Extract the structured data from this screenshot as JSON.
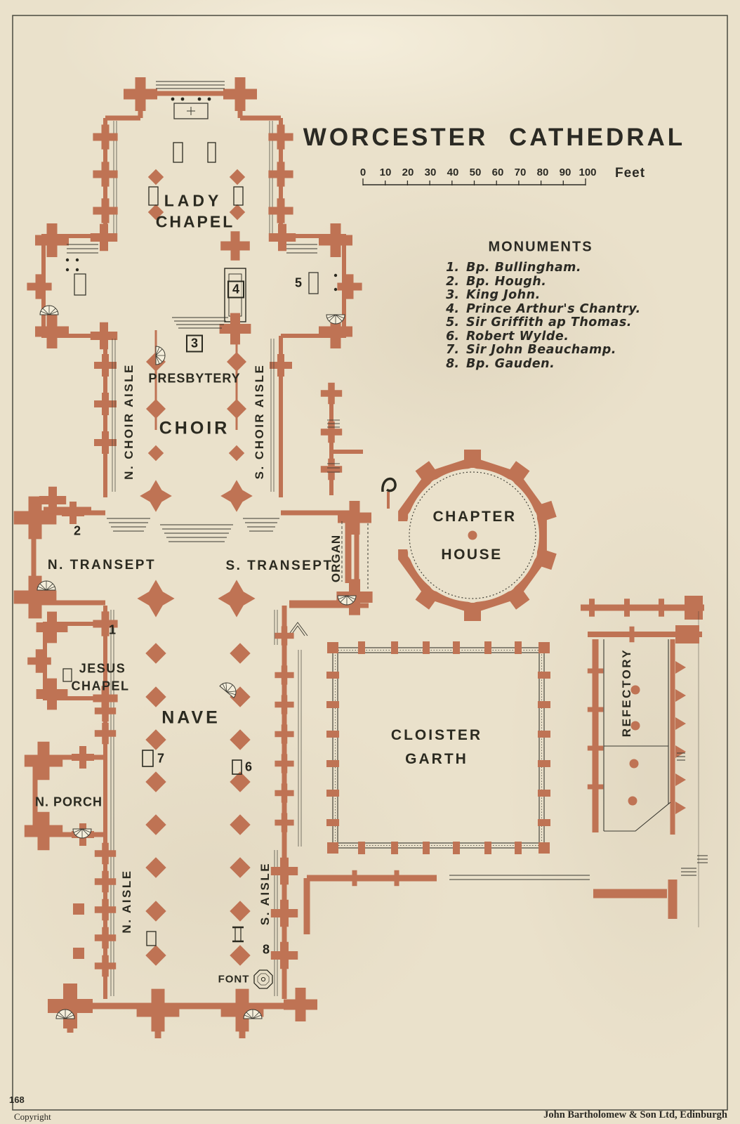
{
  "title": "WORCESTER CATHEDRAL",
  "scale": {
    "ticks": [
      "0",
      "10",
      "20",
      "30",
      "40",
      "50",
      "60",
      "70",
      "80",
      "90",
      "100"
    ],
    "unit": "Feet"
  },
  "monuments": {
    "heading": "MONUMENTS",
    "items": [
      {
        "num": "1.",
        "name": "Bp. Bullingham."
      },
      {
        "num": "2.",
        "name": "Bp. Hough."
      },
      {
        "num": "3.",
        "name": "King John."
      },
      {
        "num": "4.",
        "name": "Prince Arthur's Chantry."
      },
      {
        "num": "5.",
        "name": "Sir Griffith ap Thomas."
      },
      {
        "num": "6.",
        "name": "Robert Wylde."
      },
      {
        "num": "7.",
        "name": "Sir John Beauchamp."
      },
      {
        "num": "8.",
        "name": "Bp. Gauden."
      }
    ]
  },
  "labels": {
    "lady_chapel": [
      "LADY",
      "CHAPEL"
    ],
    "presbytery": "PRESBYTERY",
    "choir": "CHOIR",
    "n_choir_aisle": "N. CHOIR AISLE",
    "s_choir_aisle": "S. CHOIR AISLE",
    "n_transept": "N. TRANSEPT",
    "s_transept": "S. TRANSEPT",
    "organ": "ORGAN",
    "chapter_house": [
      "CHAPTER",
      "HOUSE"
    ],
    "jesus_chapel": [
      "JESUS",
      "CHAPEL"
    ],
    "nave": "NAVE",
    "n_porch": "N. PORCH",
    "n_aisle": "N. AISLE",
    "s_aisle": "S. AISLE",
    "cloister_garth": [
      "CLOISTER",
      "GARTH"
    ],
    "refectory": "REFECTORY",
    "font": "FONT"
  },
  "markers": {
    "1": "1",
    "2": "2",
    "3": "3",
    "4": "4",
    "5": "5",
    "6": "6",
    "7": "7",
    "8": "8"
  },
  "footer": {
    "page_number": "168",
    "copyright": "Copyright",
    "publisher": "John Bartholomew & Son Ltd, Edinburgh"
  },
  "colors": {
    "paper": "#eae1cb",
    "wall": "#bf7354",
    "ink": "#2b2a20",
    "line": "#3a3931"
  }
}
